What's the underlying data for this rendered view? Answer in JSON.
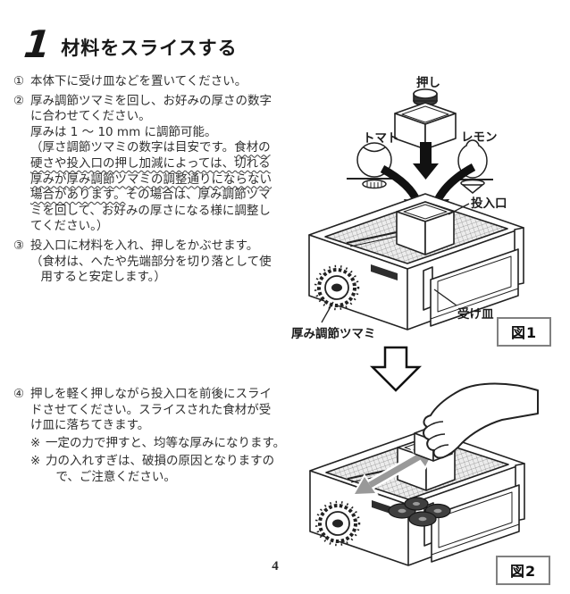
{
  "page": {
    "number": "4"
  },
  "heading": {
    "number": "1",
    "title": "材料をスライスする"
  },
  "steps": {
    "s1": {
      "marker": "①",
      "text": "本体下に受け皿などを置いてください。"
    },
    "s2": {
      "marker": "②",
      "text": "厚み調節ツマミを回し、お好みの厚さの数字\nに合わせてください。",
      "range": "厚みは 1 〜 10 mm に調節可能。",
      "note_before": "（厚さ調節ツマミの数字は目安です。",
      "note_wavy": "食材の\n硬さや投入口の押し加減によっては、切れる\n厚みが厚み調節ツマミの調整通りにならない\n場合があります。",
      "note_after": "その場合は、厚み調節ツマ\nミを回して、お好みの厚さになる様に調整し\nてください。）"
    },
    "s3": {
      "marker": "③",
      "text": "投入口に材料を入れ、押しをかぶせます。",
      "note": "（食材は、へたや先端部分を切り落として使\n用すると安定します。）"
    },
    "s4": {
      "marker": "④",
      "text": "押しを軽く押しながら投入口を前後にスライ\nドさせてください。スライスされた食材が受\nけ皿に落ちてきます。",
      "note1_marker": "※",
      "note1": "一定の力で押すと、均等な厚みになります。",
      "note2_marker": "※",
      "note2": "力の入れすぎは、破損の原因となりますの\nで、ご注意ください。"
    }
  },
  "figures": {
    "fig1": {
      "caption": "図1",
      "labels": {
        "pusher": "押し",
        "tomato": "トマト",
        "lemon": "レモン",
        "inlet": "投入口",
        "tray": "受け皿",
        "knob": "厚み調節ツマミ"
      }
    },
    "fig2": {
      "caption": "図2"
    }
  },
  "colors": {
    "ink": "#222222",
    "slice_fill": "#3f3f3f",
    "slide_arrow": "#999999"
  }
}
